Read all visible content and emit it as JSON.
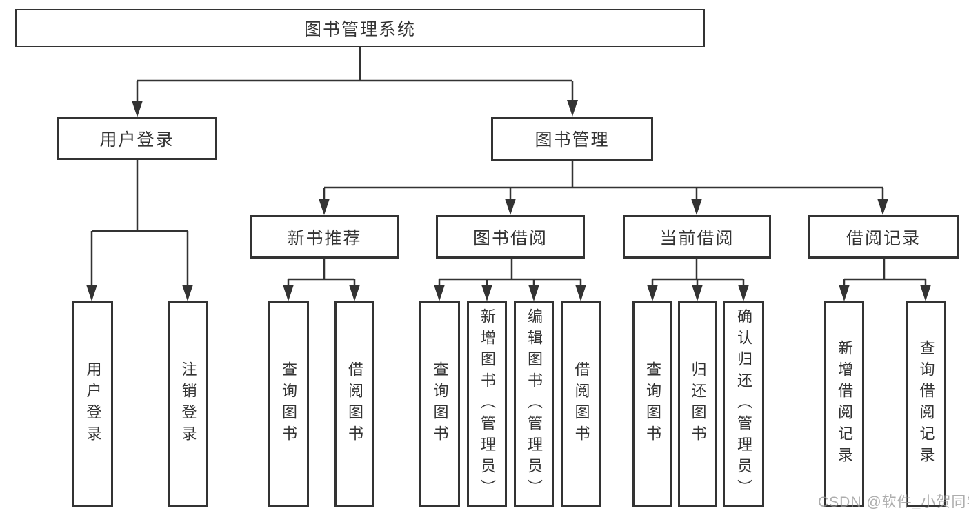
{
  "page": {
    "background": "#ffffff"
  },
  "diagram": {
    "line_color": "#333333",
    "text_color": "#333333",
    "box_background": "#ffffff",
    "root": {
      "label": "图书管理系统"
    },
    "level2": {
      "user_login": {
        "label": "用户登录"
      },
      "book_mgmt": {
        "label": "图书管理"
      }
    },
    "level3": {
      "new_book_rec": {
        "label": "新书推荐"
      },
      "book_borrow": {
        "label": "图书借阅"
      },
      "current_borrow": {
        "label": "当前借阅"
      },
      "borrow_records": {
        "label": "借阅记录"
      }
    },
    "level4": {
      "login": {
        "label": "用户登录"
      },
      "logout": {
        "label": "注销登录"
      },
      "rec_query_book": {
        "label": "查询图书"
      },
      "rec_borrow_book": {
        "label": "借阅图书"
      },
      "borrow_query_book": {
        "label": "查询图书"
      },
      "borrow_add_book": {
        "label": "新增图书（管理员）"
      },
      "borrow_edit_book": {
        "label": "编辑图书（管理员）"
      },
      "borrow_borrow_book": {
        "label": "借阅图书"
      },
      "current_query_book": {
        "label": "查询图书"
      },
      "current_return_book": {
        "label": "归还图书"
      },
      "current_confirm_return": {
        "label": "确认归还（管理员）"
      },
      "records_add_record": {
        "label": "新增借阅记录"
      },
      "records_query_record": {
        "label": "查询借阅记录"
      }
    }
  },
  "watermark": {
    "text": "CSDN @软件_小贺同学",
    "color": "#969696"
  }
}
